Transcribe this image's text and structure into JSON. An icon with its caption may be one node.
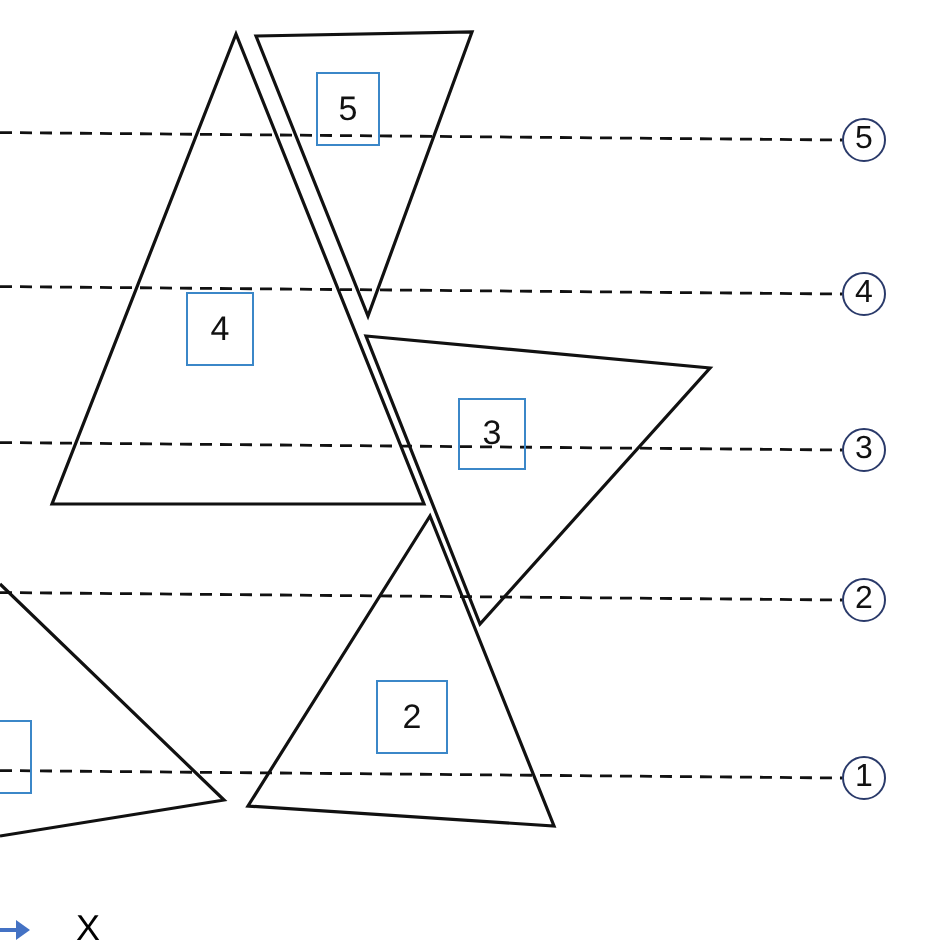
{
  "diagram": {
    "nodes": [
      {
        "text": [],
        "shape": "triangle"
      },
      {
        "text": [
          "5"
        ],
        "in": 0
      },
      {
        "text": [
          "5"
        ]
      },
      {
        "text": [],
        "shape": "triangle"
      },
      {
        "text": [
          "4"
        ],
        "in": 3
      },
      {
        "text": [
          "4"
        ]
      },
      {
        "text": [],
        "shape": "triangle"
      },
      {
        "text": [
          "3"
        ],
        "in": 6
      },
      {
        "text": [
          "3"
        ]
      },
      {
        "text": [],
        "shape": "triangle"
      },
      {
        "text": [
          "2"
        ],
        "in": 9
      },
      {
        "text": [
          "2"
        ]
      },
      {
        "text": [],
        "shape": "triangle"
      },
      {
        "text": [],
        "shape": "box",
        "in": 12
      },
      {
        "text": [
          "1"
        ]
      }
    ],
    "edges": [
      {
        "from": null,
        "to": 2,
        "arrow": "none",
        "style": "dashed"
      },
      {
        "from": null,
        "to": 5,
        "arrow": "none",
        "style": "dashed"
      },
      {
        "from": null,
        "to": 8,
        "arrow": "none",
        "style": "dashed"
      },
      {
        "from": null,
        "to": 11,
        "arrow": "none",
        "style": "dashed"
      },
      {
        "from": null,
        "to": 14,
        "arrow": "none",
        "style": "dashed"
      }
    ],
    "labels": [
      "X"
    ]
  }
}
